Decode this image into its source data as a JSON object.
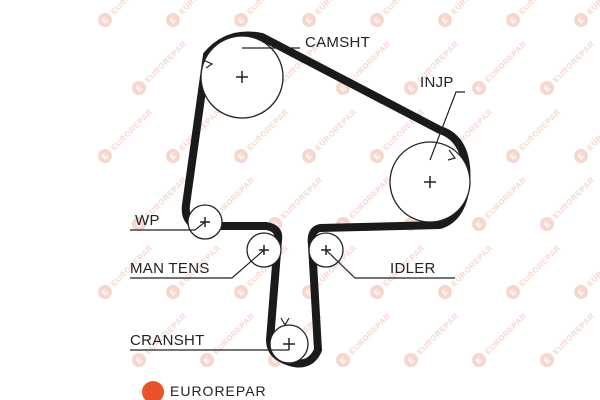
{
  "diagram": {
    "labels": {
      "camshaft": "CAMSHT",
      "injection_pump": "INJP",
      "water_pump": "WP",
      "manual_tensioner": "MAN TENS",
      "idler": "IDLER",
      "crankshaft": "CRANSHT"
    },
    "watermark_text": "EUROREPAR",
    "watermark_icon_letter": "E",
    "brand_footer": "EUROREPAR",
    "colors": {
      "belt": "#1a1a1a",
      "line": "#222222",
      "watermark": "#f0b8a6",
      "brand": "#e8542a"
    }
  }
}
